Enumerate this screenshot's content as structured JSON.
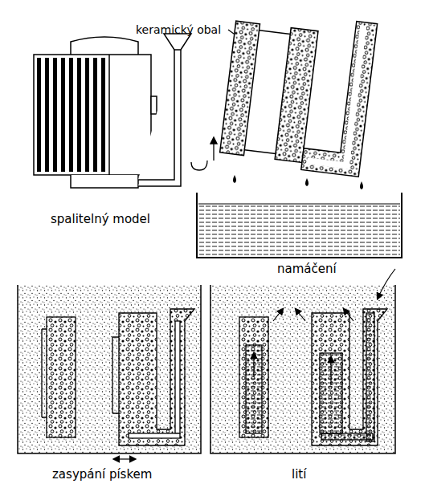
{
  "diagram": {
    "labels": [
      "keramický obal",
      "spalitelný model",
      "namáčení",
      "zasypání pískem",
      "lití"
    ]
  }
}
